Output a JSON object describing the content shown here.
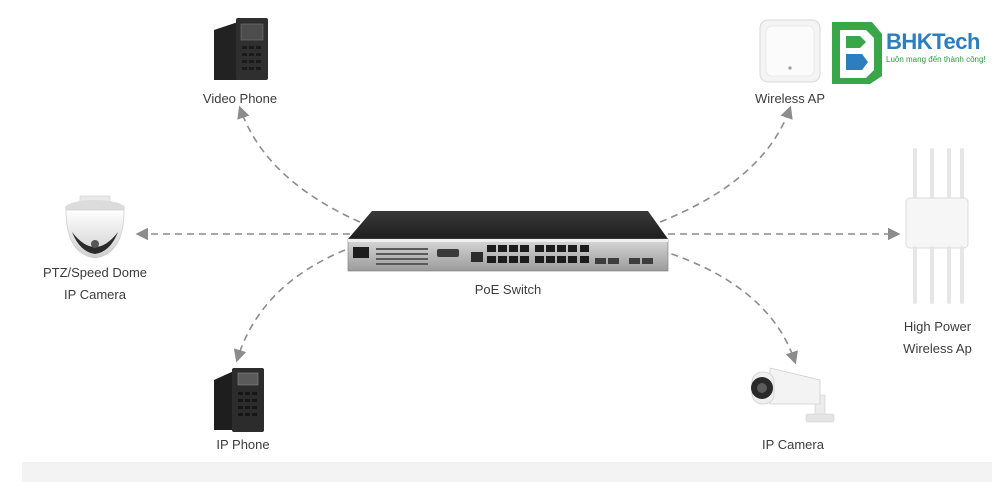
{
  "nodes": {
    "switch": {
      "label": "PoE Switch"
    },
    "video_phone": {
      "label": "Video Phone"
    },
    "wireless_ap": {
      "label": "Wireless AP"
    },
    "ptz_camera": {
      "label_line1": "PTZ/Speed Dome",
      "label_line2": "IP Camera"
    },
    "high_power_ap": {
      "label_line1": "High Power",
      "label_line2": "Wireless Ap"
    },
    "ip_phone": {
      "label": "IP Phone"
    },
    "ip_camera": {
      "label": "IP Camera"
    }
  },
  "brand": {
    "name_part1": "BHK",
    "name_part2": "Tech",
    "tagline": "Luôn mang đến thành công!"
  },
  "colors": {
    "connector": "#8c8c8c",
    "label": "#3c3c3c",
    "brand_blue": "#2b7fc1",
    "brand_green": "#2e9b3e",
    "switch_body": "#2a2a2a"
  }
}
